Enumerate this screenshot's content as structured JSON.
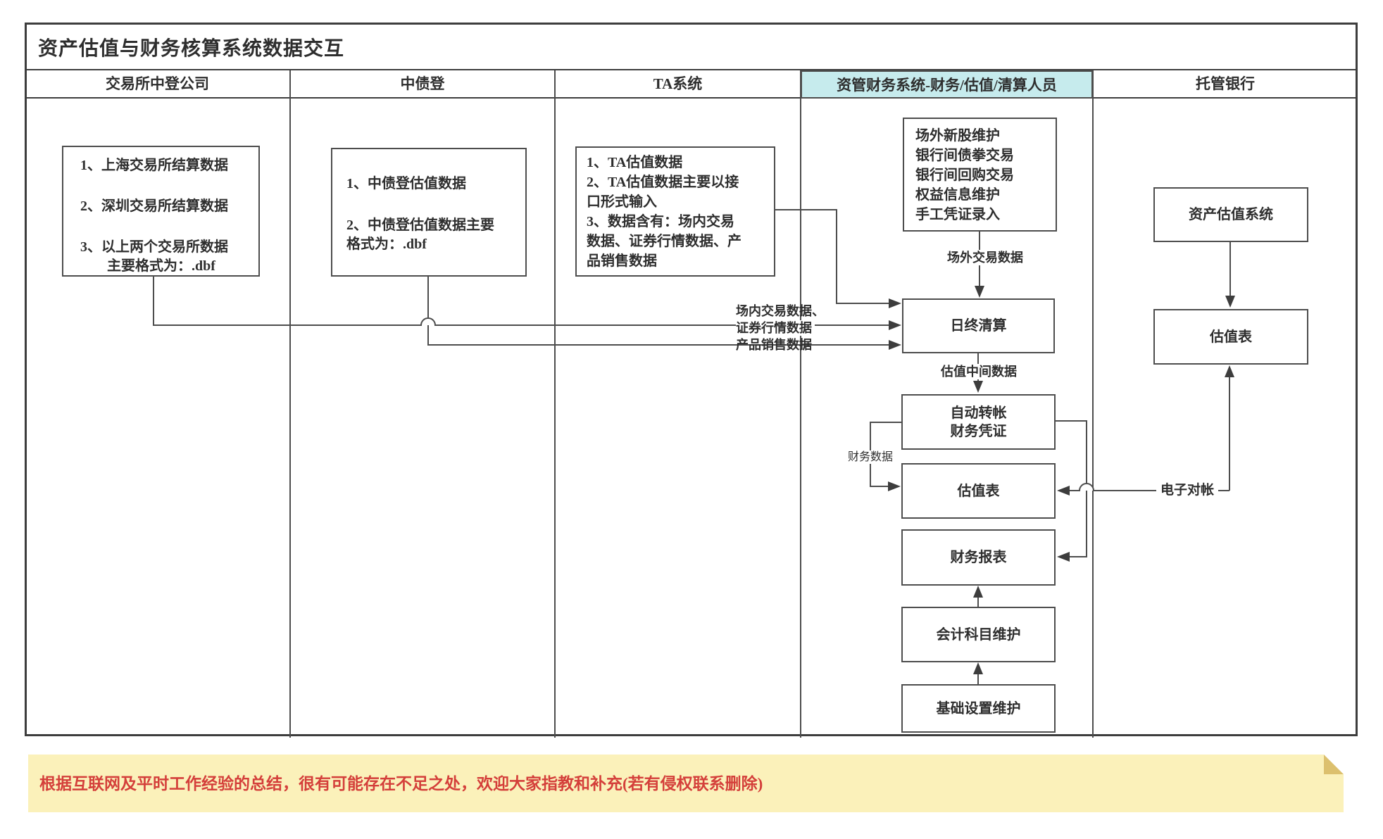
{
  "title": "资产估值与财务核算系统数据交互",
  "lanes": [
    "交易所中登公司",
    "中债登",
    "TA系统",
    "资管财务系统-财务/估值/清算人员",
    "托管银行"
  ],
  "boxes": {
    "exchange": {
      "lines": [
        "1、上海交易所结算数据",
        "2、深圳交易所结算数据",
        "3、以上两个交易所数据",
        "主要格式为：.dbf"
      ]
    },
    "chinabond": {
      "lines": [
        "1、中债登估值数据",
        "2、中债登估值数据主要",
        "格式为：.dbf"
      ]
    },
    "ta": {
      "lines": [
        "1、TA估值数据",
        "2、TA估值数据主要以接",
        "口形式输入",
        "3、数据含有：场内交易",
        "数据、证券行情数据、产",
        "品销售数据"
      ]
    },
    "otc": {
      "lines": [
        "场外新股维护",
        "银行间债拳交易",
        "银行间回购交易",
        "权益信息维护",
        "手工凭证录入"
      ]
    },
    "day_end_clearing": "日终清算",
    "auto_voucher": {
      "lines": [
        "自动转帐",
        "财务凭证"
      ]
    },
    "valuation_table_fin": "估值表",
    "financial_report": "财务报表",
    "account_subject": "会计科目维护",
    "basic_setting": "基础设置维护",
    "asset_valuation_system": "资产估值系统",
    "valuation_table_bank": "估值表"
  },
  "labels": {
    "otc_trade_data": "场外交易数据",
    "onsite_trade_data": "场内交易数据、",
    "quote_data": "证券行情数据",
    "product_sales_data": "产品销售数据",
    "valuation_mid_data": "估值中间数据",
    "financial_data": "财务数据",
    "e_reconciliation": "电子对帐"
  },
  "note": "根据互联网及平时工作经验的总结，很有可能存在不足之处，欢迎大家指教和补充(若有侵权联系删除)",
  "colors": {
    "line": "#4d4d4d",
    "highlight_header": "#c6ebed",
    "note_bg": "#fbf1ba",
    "note_text": "#d43f3a"
  }
}
